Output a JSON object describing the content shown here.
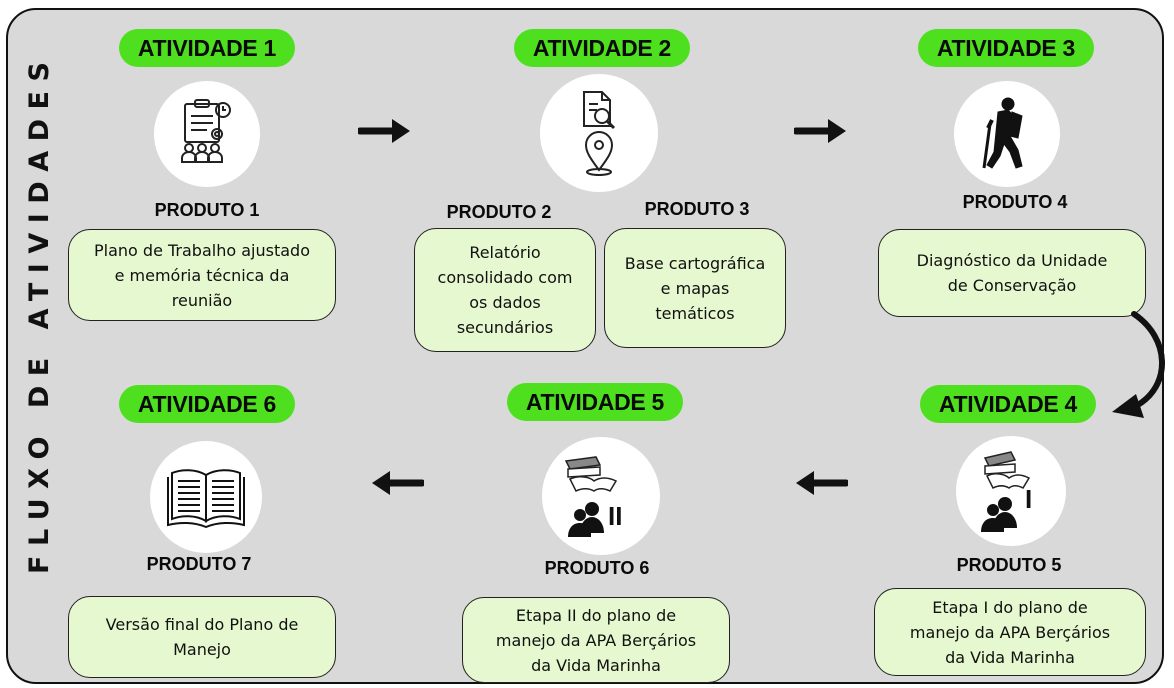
{
  "side_title": "FLUXO DE ATIVIDADES",
  "activities": {
    "a1": "ATIVIDADE 1",
    "a2": "ATIVIDADE 2",
    "a3": "ATIVIDADE 3",
    "a4": "ATIVIDADE 4",
    "a5": "ATIVIDADE 5",
    "a6": "ATIVIDADE 6"
  },
  "products": {
    "p1": {
      "label": "PRODUTO 1",
      "text": "Plano de Trabalho ajustado\ne memória técnica da\nreunião"
    },
    "p2": {
      "label": "PRODUTO 2",
      "text": "Relatório\nconsolidado com\nos dados\nsecundários"
    },
    "p3": {
      "label": "PRODUTO 3",
      "text": "Base cartográfica\ne mapas\ntemáticos"
    },
    "p4": {
      "label": "PRODUTO 4",
      "text": "Diagnóstico da Unidade\nde Conservação"
    },
    "p5": {
      "label": "PRODUTO 5",
      "text": "Etapa I do plano de\nmanejo da APA Berçários\nda Vida Marinha"
    },
    "p6": {
      "label": "PRODUTO 6",
      "text": "Etapa II do plano de\nmanejo da APA Berçários\nda Vida Marinha"
    },
    "p7": {
      "label": "PRODUTO 7",
      "text": "Versão final do Plano de\nManejo"
    }
  },
  "icons": {
    "a1": "meeting-plan-icon",
    "a2": "document-search-and-location-icon",
    "a3": "hiker-icon",
    "a4": "books-people-stage-I-icon",
    "a5": "books-people-stage-II-icon",
    "a6": "open-book-icon"
  },
  "stage_marks": {
    "a4": "I",
    "a5": "II"
  },
  "colors": {
    "pill": "#4ee01e",
    "box": "#e6f8cf",
    "panel": "#d9d9d9"
  }
}
